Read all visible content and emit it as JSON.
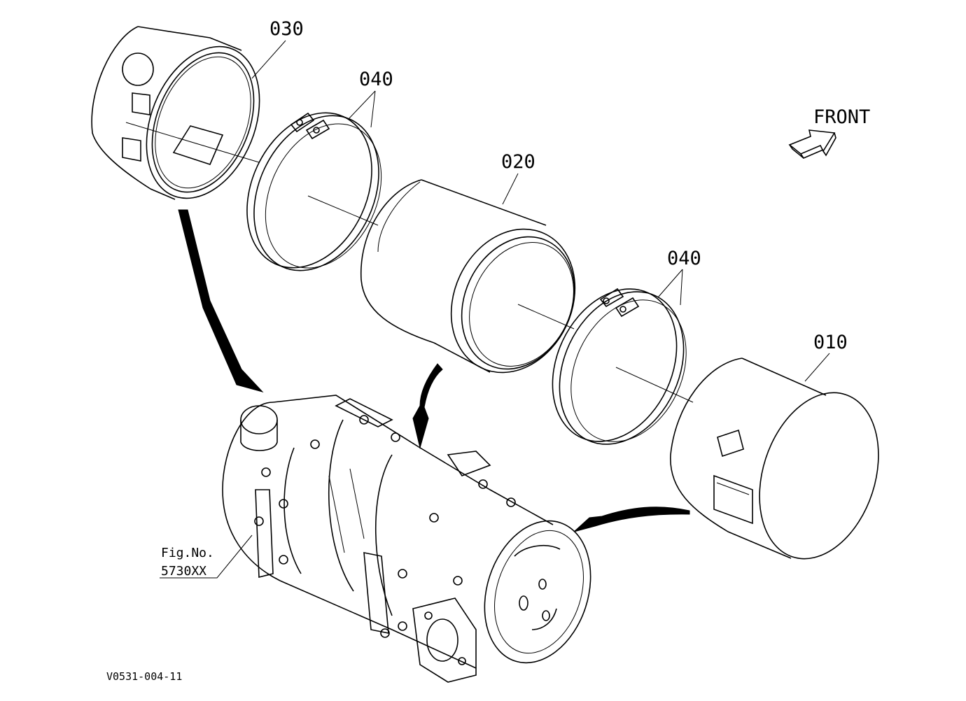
{
  "labels": {
    "part_030": "030",
    "part_040_top": "040",
    "part_020": "020",
    "part_040_bottom": "040",
    "part_010": "010",
    "direction": "FRONT",
    "fig_no": "Fig.No.",
    "fig_ref": "5730XX",
    "drawing_code": "V0531-004-11"
  },
  "icons": {
    "direction_arrow": "front-arrow-icon",
    "assembly_arrows": "curved-arrow-icon"
  },
  "colors": {
    "line": "#000000",
    "background": "#ffffff"
  }
}
